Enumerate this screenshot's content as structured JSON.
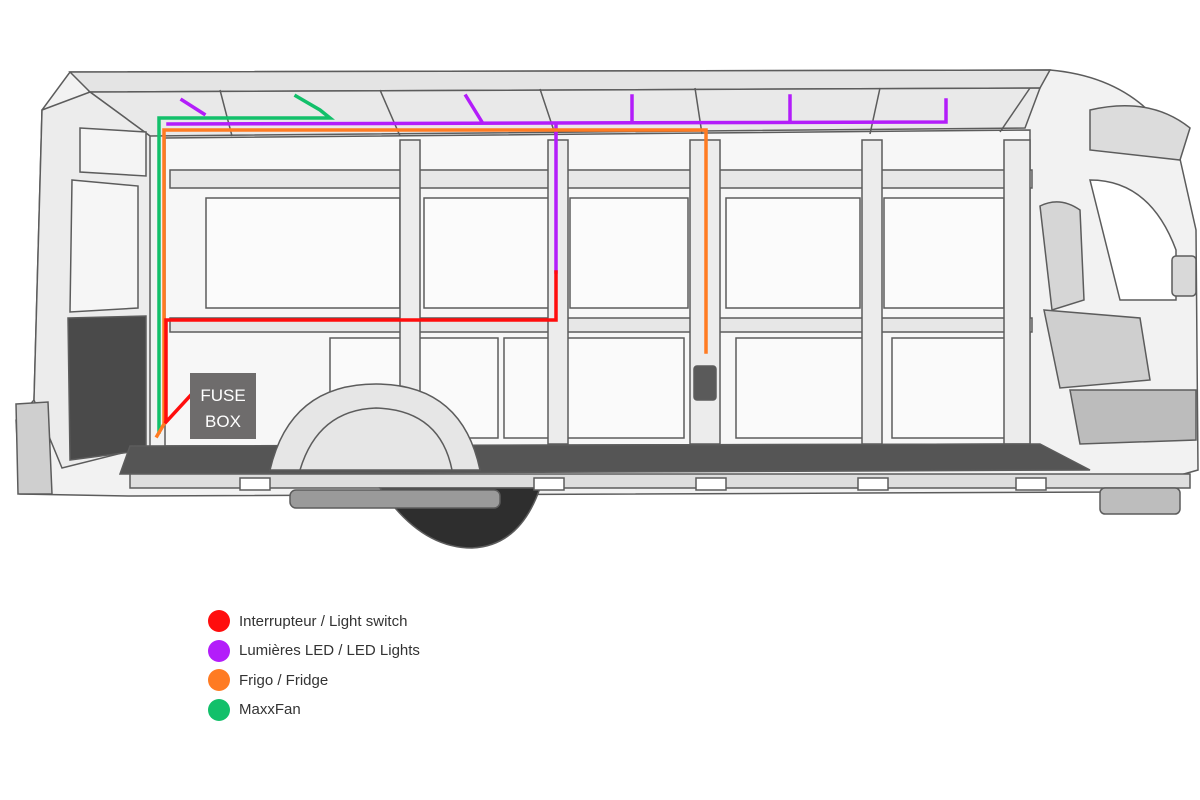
{
  "fuse_box": {
    "line1": "FUSE",
    "line2": "BOX"
  },
  "legend": [
    {
      "label": "Interrupteur / Light switch",
      "color": "#ff0d0d"
    },
    {
      "label": "Lumières LED / LED Lights",
      "color": "#b31dfa"
    },
    {
      "label": "Frigo / Fridge",
      "color": "#ff7b22"
    },
    {
      "label": "MaxxFan",
      "color": "#12c06a"
    }
  ],
  "colors": {
    "light_switch": "#ff0d0d",
    "led_lights": "#b31dfa",
    "fridge": "#ff7b22",
    "maxxfan": "#12c06a",
    "fuse_box": "#6e6c6c"
  }
}
